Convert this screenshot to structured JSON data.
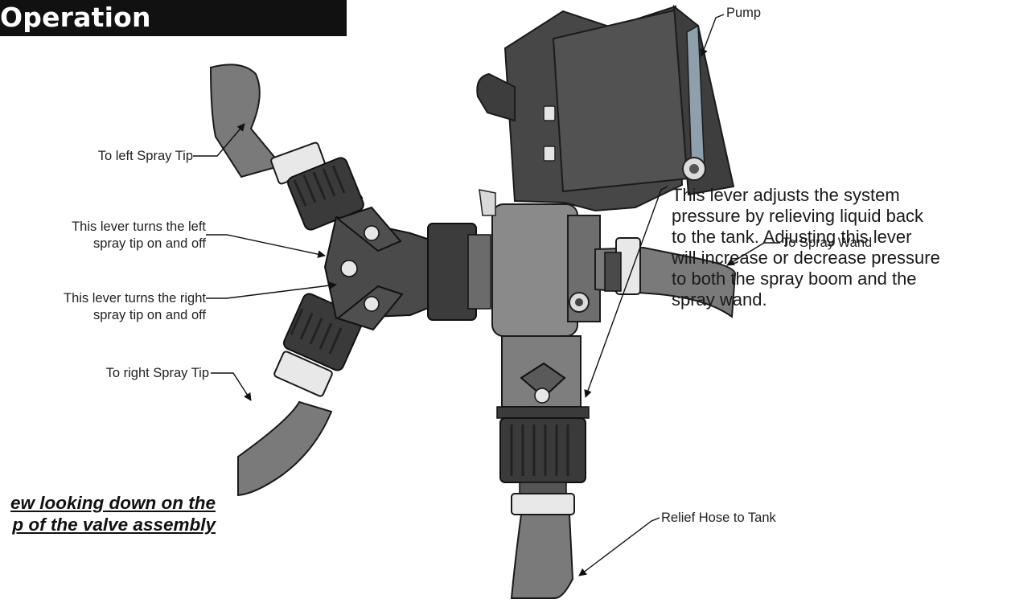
{
  "header": {
    "title": "Operation"
  },
  "labels": {
    "pump": "Pump",
    "left_tip": "To left Spray Tip",
    "left_lever_line1": "This lever turns the left",
    "left_lever_line2": "spray tip on and off",
    "right_lever_line1": "This lever turns the right",
    "right_lever_line2": "spray tip on and off",
    "right_tip": "To right Spray Tip",
    "spray_wand": "To Spray Wand",
    "relief_hose": "Relief Hose to Tank",
    "pressure_lever": "This lever adjusts the system\npressure by relieving liquid back\nto the tank. Adjusting this lever\nwill increase or decrease pressure\nto both the spray boom and the\nspray wand."
  },
  "caption": {
    "line1": "ew looking down on the",
    "line2": "p of the valve assembly"
  },
  "colors": {
    "hose": "#7a7a7a",
    "hose_dark": "#5a5a5a",
    "body_dark": "#3c3c3c",
    "body_mid": "#555555",
    "housing": "#8c8c8c",
    "clamp": "#e6e6e6",
    "pump": "#4a4a4a"
  }
}
